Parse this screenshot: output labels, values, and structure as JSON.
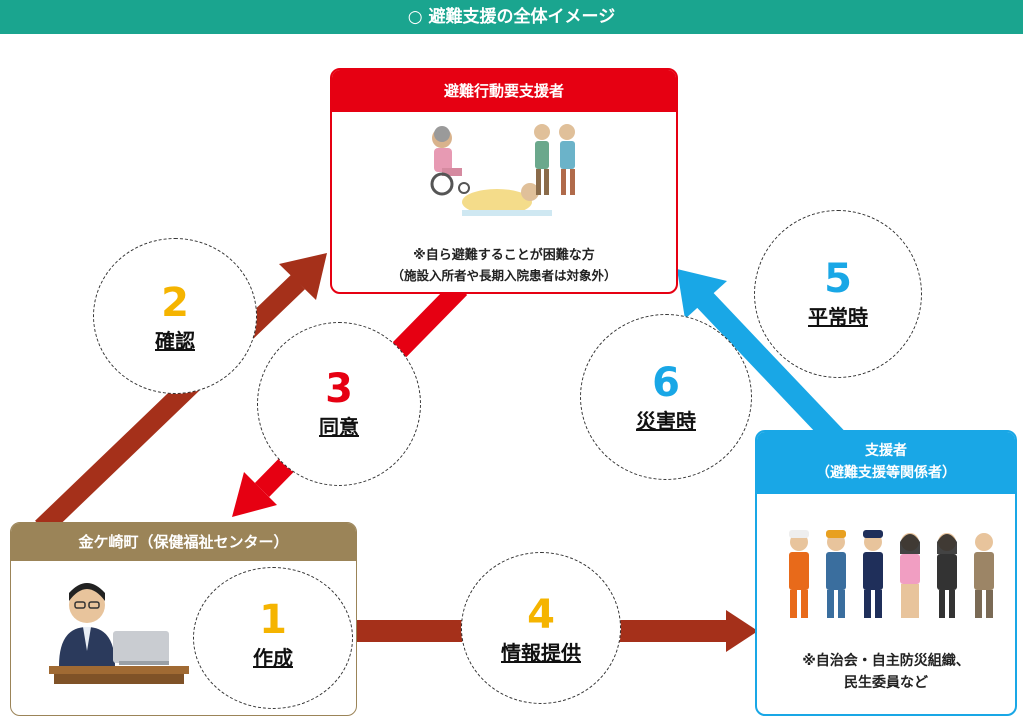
{
  "title": "○ 避難支援の全体イメージ",
  "boxes": {
    "vulnerable": {
      "header": "避難行動要支援者",
      "note_line1": "※自ら避難することが困難な方",
      "note_line2": "（施設入所者や長期入院患者は対象外）"
    },
    "town": {
      "header": "金ケ崎町（保健福祉センター）"
    },
    "supporters": {
      "header_line1": "支援者",
      "header_line2": "（避難支援等関係者）",
      "note_line1": "※自治会・自主防災組織、",
      "note_line2": "民生委員など"
    }
  },
  "steps": [
    {
      "num": "1",
      "label": "作成"
    },
    {
      "num": "2",
      "label": "確認"
    },
    {
      "num": "3",
      "label": "同意"
    },
    {
      "num": "4",
      "label": "情報提供"
    },
    {
      "num": "5",
      "label": "平常時"
    },
    {
      "num": "6",
      "label": "災害時"
    }
  ],
  "colors": {
    "title_bg": "#1aa58f",
    "red": "#e60012",
    "brown": "#9b8458",
    "dark_red_arrow": "#a5301a",
    "blue": "#19a7e6",
    "yellow": "#f5b400"
  }
}
